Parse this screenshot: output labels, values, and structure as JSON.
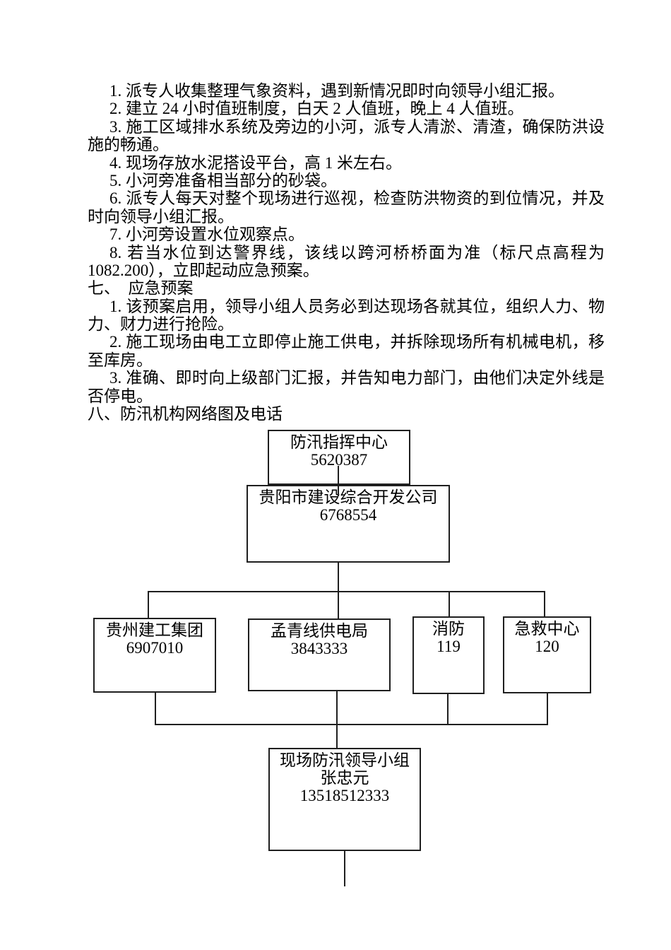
{
  "colors": {
    "text": "#000000",
    "line": "#1f1f1f",
    "background": "#ffffff"
  },
  "document": {
    "lines": [
      "1. 派专人收集整理气象资料，遇到新情况即时向领导小组汇报。",
      "2. 建立 24 小时值班制度，白天 2 人值班，晚上 4 人值班。",
      "3. 施工区域排水系统及旁边的小河，派专人清淤、清渣，确保防洪设",
      "施的畅通。",
      "4. 现场存放水泥搭设平台，高 1 米左右。",
      "5. 小河旁准备相当部分的砂袋。",
      "6. 派专人每天对整个现场进行巡视，检查防洪物资的到位情况，并及",
      "时向领导小组汇报。",
      "7. 小河旁设置水位观察点。",
      "8. 若当水位到达警界线，该线以跨河桥桥面为准（标尺点高程为",
      "1082.200），立即起动应急预案。",
      "七、　应急预案",
      "1. 该预案启用，领导小组人员务必到达现场各就其位，组织人力、物",
      "力、财力进行抢险。",
      "2. 施工现场由电工立即停止施工供电，并拆除现场所有机械电机，移",
      "至库房。",
      "3. 准确、即时向上级部门汇报，并告知电力部门，由他们决定外线是",
      "否停电。",
      "八、防汛机构网络图及电话"
    ]
  },
  "org_chart": {
    "nodes": {
      "command_center": {
        "name": "防汛指挥中心",
        "phone": "5620387"
      },
      "development_company": {
        "name": "贵阳市建设综合开发公司",
        "phone": "6768554"
      },
      "construction_group": {
        "name": "贵州建工集团",
        "phone": "6907010"
      },
      "power_bureau": {
        "name": "孟青线供电局",
        "phone": "3843333"
      },
      "fire_brigade": {
        "name": "消防",
        "phone": "119"
      },
      "emergency_center": {
        "name": "急救中心",
        "phone": "120"
      },
      "site_flood_team": {
        "name": "现场防汛领导小组",
        "leader": "张忠元",
        "phone": "13518512333"
      }
    }
  }
}
